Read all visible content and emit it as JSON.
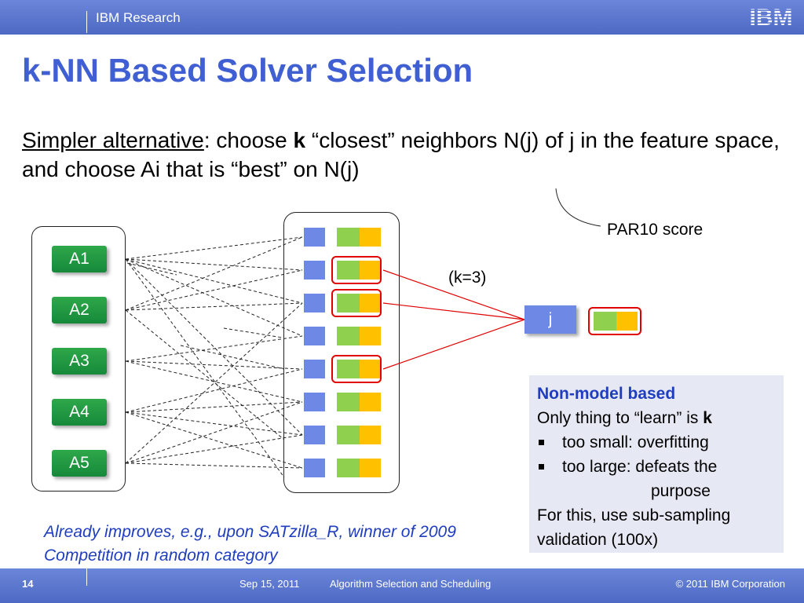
{
  "header": {
    "org": "IBM Research",
    "logo_text": "IBM"
  },
  "title": "k-NN Based Solver Selection",
  "intro": {
    "underlined": "Simpler alternative",
    "part1": ": choose ",
    "bold": "k",
    "part2": " “closest” neighbors N(j) of j in the feature space, and choose Ai that is “best” on N(j)"
  },
  "diagram": {
    "algorithms": [
      "A1",
      "A2",
      "A3",
      "A4",
      "A5"
    ],
    "instance_count": 8,
    "neighbor_rows": [
      1,
      2,
      4
    ],
    "query_label": "j",
    "par10_label": "PAR10 score",
    "k_label": "(k=3)"
  },
  "note": {
    "heading": "Non-model based",
    "line1_prefix": "Only thing to “learn” is ",
    "line1_bold": "k",
    "bullets": [
      "too small: overfitting",
      "too large: defeats the"
    ],
    "bullet2_cont": "purpose",
    "footer_text": "For this, use sub-sampling validation (100x)"
  },
  "caption": "Already improves, e.g., upon SATzilla_R, winner of 2009 Competition in random category",
  "footer": {
    "page": "14",
    "date": "Sep 15, 2011",
    "event": "Algorithm Selection and Scheduling",
    "copyright": "© 2011 IBM Corporation"
  },
  "colors": {
    "accent_blue": "#3f5fd2",
    "algo_green": "#16893a",
    "instance_blue": "#6e88e6",
    "score_green": "#8fd04e",
    "score_yellow": "#ffc000",
    "highlight_red": "#e00000"
  }
}
